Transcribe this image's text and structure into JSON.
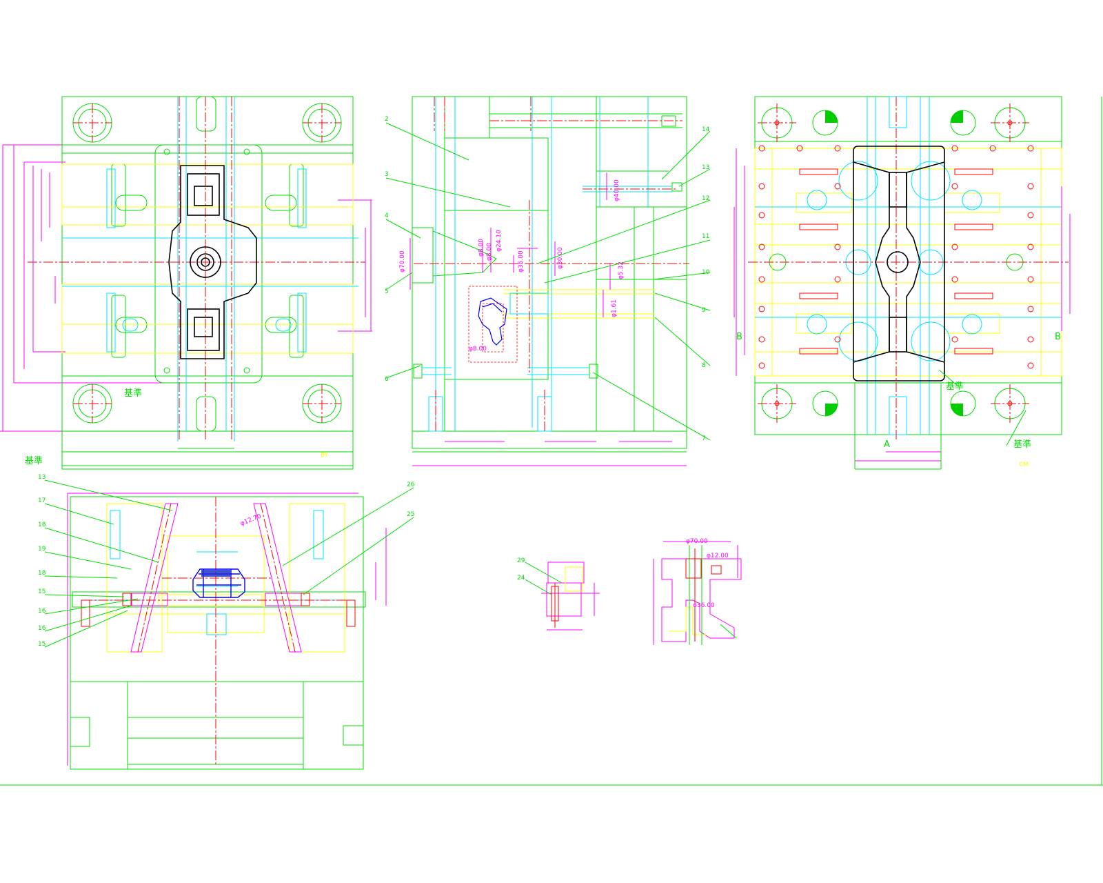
{
  "colors": {
    "outline": "#00dd00",
    "center": "#ff0000",
    "hidden": "#00e5ff",
    "dim": "#ff00ff",
    "insert": "#ffff00",
    "part": "#000000",
    "product": "#0000ff"
  },
  "views": {
    "top_left": {
      "datum_label": "基準",
      "tag": "BY"
    },
    "top_middle": {
      "callouts": [
        "2",
        "3",
        "4",
        "5",
        "6",
        "14",
        "13",
        "12",
        "11",
        "10",
        "9",
        "8",
        "7"
      ],
      "dims": [
        "φ70.00",
        "φ8.00",
        "φ24.10",
        "φ8.00",
        "φ35.00",
        "φ30.00",
        "φ40.00",
        "φ5.32",
        "φ1.61",
        "φ8.00"
      ]
    },
    "top_right": {
      "section_left": "B",
      "section_right": "B",
      "section_bottom": "A",
      "datum_label_right": "基準",
      "datum_label_bottom": "基準",
      "tag": "CM"
    },
    "bottom_left": {
      "datum_label": "基準",
      "callouts_left": [
        "13",
        "17",
        "18",
        "19",
        "18",
        "15",
        "16",
        "16",
        "15"
      ],
      "callouts_right": [
        "26",
        "25"
      ],
      "dims": [
        "φ12.70"
      ]
    },
    "bottom_mid": {
      "callouts": [
        "29",
        "24"
      ]
    },
    "bottom_right": {
      "dims": [
        "φ70.00",
        "φ12.00",
        "φ36.00"
      ]
    }
  }
}
